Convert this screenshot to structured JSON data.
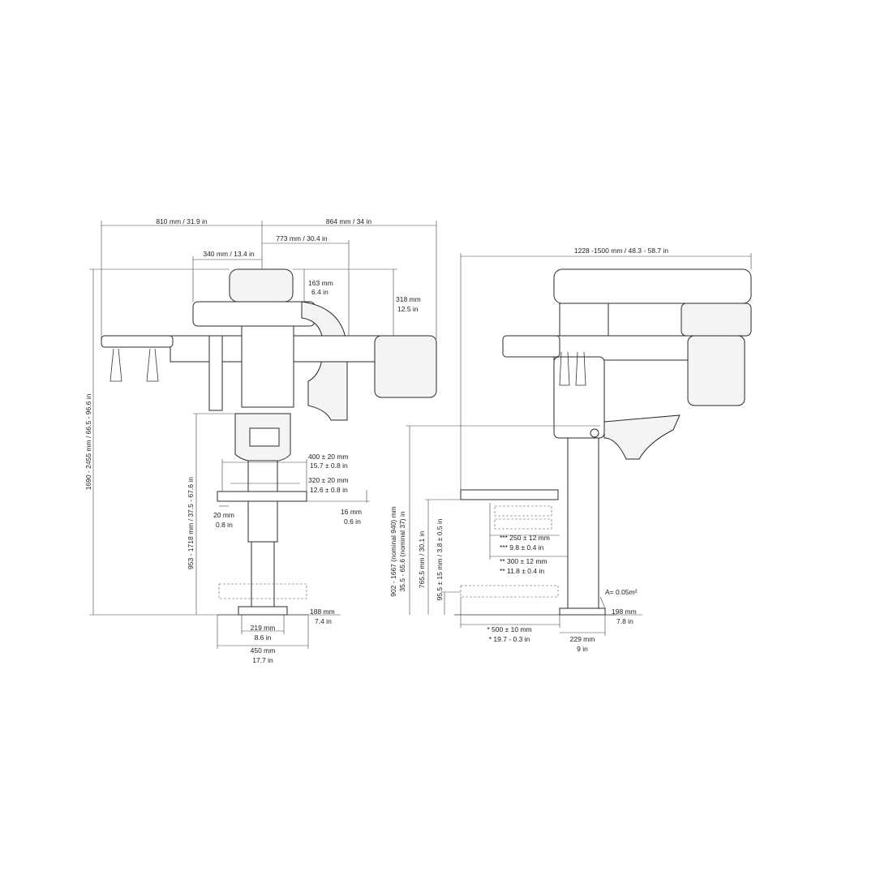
{
  "dimensions": {
    "front_width_left": "810 mm / 31.9 in",
    "front_width_right": "864 mm / 34 in",
    "front_773": "773 mm / 30.4 in",
    "front_340": "340 mm / 13.4 in",
    "front_163_mm": "163 mm",
    "front_163_in": "6.4 in",
    "front_318_mm": "318 mm",
    "front_318_in": "12.5 in",
    "front_height_total": "1690 - 2455 mm / 66.5 - 96.6 in",
    "front_height_953": "953 - 1718 mm / 37.5 - 67.6 in",
    "front_400_mm": "400 ± 20 mm",
    "front_400_in": "15.7 ± 0.8 in",
    "front_320_mm": "320 ± 20 mm",
    "front_320_in": "12.6 ± 0.8 in",
    "front_20_mm": "20 mm",
    "front_20_in": "0.8 in",
    "front_16_mm": "16 mm",
    "front_16_in": "0.6 in",
    "front_188_mm": "188 mm",
    "front_188_in": "7.4 in",
    "front_219_mm": "219 mm",
    "front_219_in": "8.6 in",
    "front_450_mm": "450 mm",
    "front_450_in": "17.7 in",
    "side_width": "1228 -1500 mm / 48.3 - 58.7 in",
    "side_902_a": "902 - 1667 (nominal 940) mm",
    "side_902_b": "35.5 - 65.6 (nominal 37) in",
    "side_765": "765.5 mm / 30.1 in",
    "side_95": "95.5 ± 15 mm / 3.8 ± 0.5 in",
    "side_250_mm": "*** 250 ± 12 mm",
    "side_250_in": "*** 9.8 ± 0.4 in",
    "side_300_mm": "** 300 ± 12 mm",
    "side_300_in": "** 11.8 ± 0.4 in",
    "side_area": "A= 0.05m²",
    "side_198_mm": "198 mm",
    "side_198_in": "7.8 in",
    "side_500_mm": "* 500 ± 10 mm",
    "side_500_in": "* 19.7 - 0.3 in",
    "side_229_mm": "229 mm",
    "side_229_in": "9 in"
  }
}
